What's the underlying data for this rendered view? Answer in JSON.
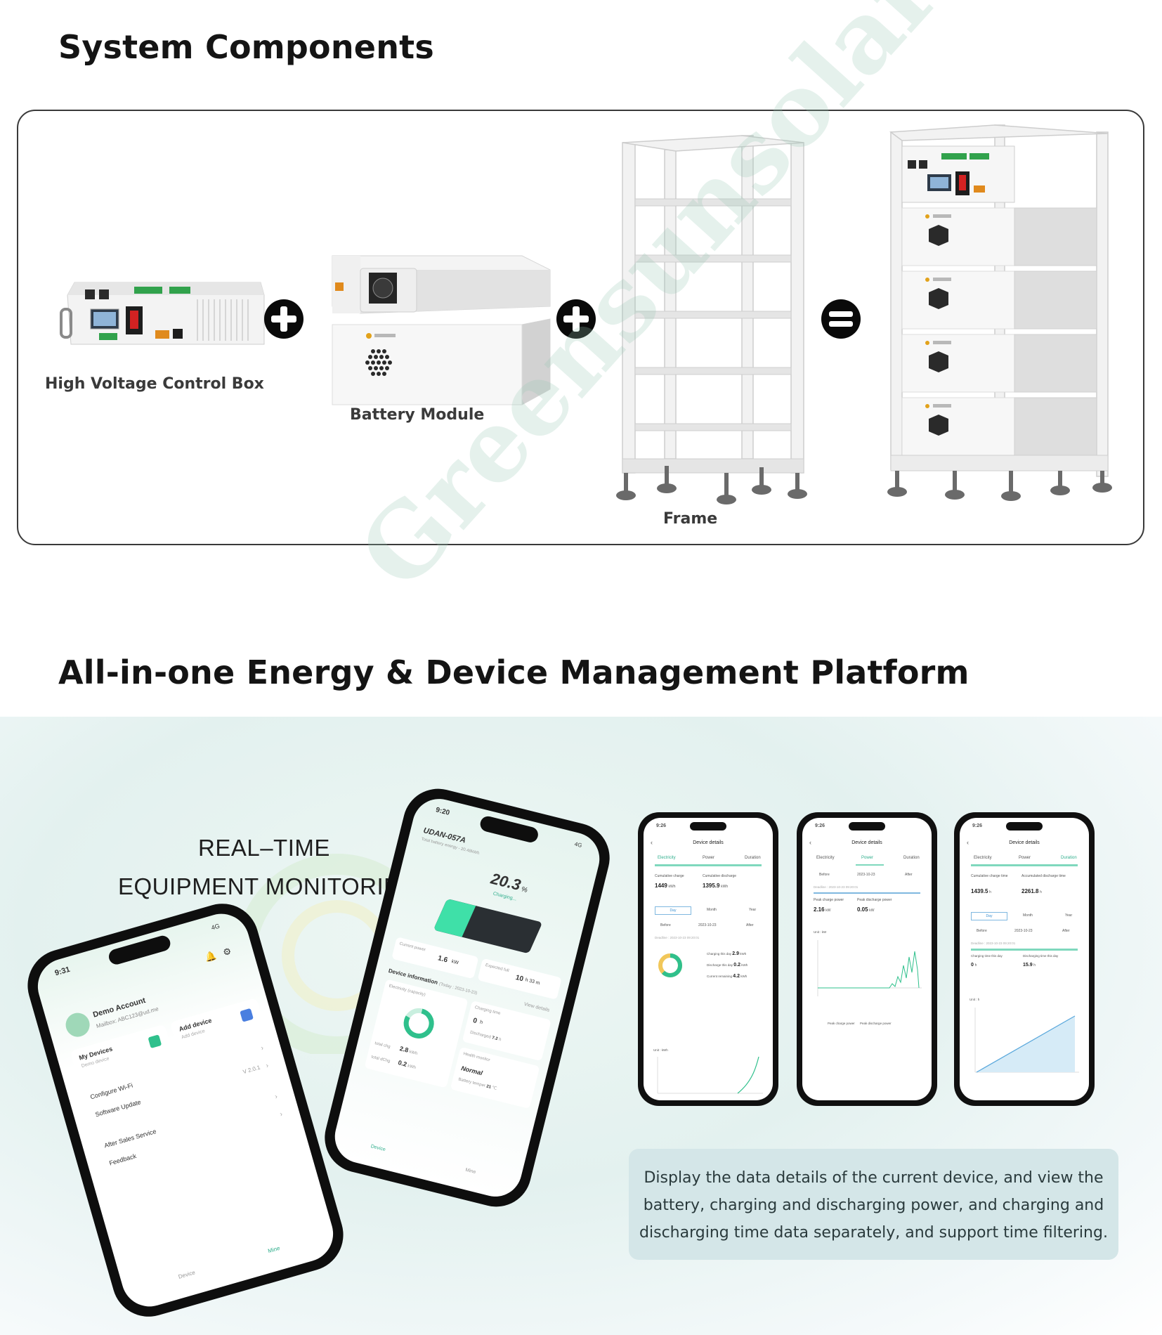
{
  "section1": {
    "title": "System Components",
    "components": [
      {
        "label": "High Voltage Control Box"
      },
      {
        "label": "Battery Module"
      },
      {
        "label": "Frame"
      }
    ]
  },
  "section2": {
    "title": "All-in-one Energy & Device Management Platform",
    "monitoring_line1": "REAL–TIME",
    "monitoring_line2": "EQUIPMENT MONITORING",
    "description": "Display the data details of the current device, and view the battery, charging and discharging power, and charging and discharging time data separately, and support time filtering."
  },
  "watermark": "Greensunsolar",
  "phone_account": {
    "time": "9:31",
    "signal": "4G",
    "account_name": "Demo Account",
    "mailbox": "Mailbox: ABC123@ud.me",
    "cards": [
      {
        "title": "My Devices",
        "sub": "Demo device"
      },
      {
        "title": "Add device",
        "sub": "Add device"
      }
    ],
    "menu": [
      {
        "label": "Configure Wi-Fi",
        "value": ""
      },
      {
        "label": "Software Update",
        "value": "V 2.0.1"
      },
      {
        "label": "After Sales Service",
        "value": ""
      },
      {
        "label": "Feedback",
        "value": ""
      }
    ],
    "nav": [
      "Device",
      "Mine"
    ]
  },
  "phone_device": {
    "time": "9:20",
    "signal": "4G",
    "device_name": "UDAN-057A",
    "total_energy": "Total battery energy - 20.48kWh",
    "soc_value": "20.3",
    "soc_unit": "%",
    "status": "Charging...",
    "current_power_label": "Current power",
    "current_power_value": "1.6",
    "current_power_unit": "kW",
    "expected_full_label": "Expected full",
    "expected_full_value": "10",
    "expected_full_unit": "h 33 m",
    "device_info_title": "Device information",
    "device_info_date": "(Today : 2023-10-23)",
    "view_details": "View details",
    "electricity_label": "Electricity (capacity)",
    "charging_time_label": "Charging time",
    "charging_time_value": "0",
    "charging_time_unit": "h",
    "discharged_label": "Discharged",
    "discharged_value": "7.2",
    "discharged_unit": "h",
    "total_chg_label": "total chg",
    "total_chg_value": "2.8",
    "total_chg_unit": "kWh",
    "total_dchg_label": "total dChg",
    "total_dchg_value": "0.2",
    "total_dchg_unit": "kWh",
    "health_label": "Health monitor",
    "health_value": "Normal",
    "battery_temp_label": "Battery temper",
    "battery_temp_value": "21",
    "battery_temp_unit": "℃",
    "nav": [
      "Device",
      "Mine"
    ]
  },
  "detail_phones": [
    {
      "time": "9:26",
      "title": "Device details",
      "tabs": [
        "Electricity",
        "Power",
        "Duration"
      ],
      "active_tab": 0,
      "stat1_label": "Cumulative charge",
      "stat1_value": "1449",
      "stat1_unit": "kWh",
      "stat2_label": "Cumulative discharge",
      "stat2_value": "1395.9",
      "stat2_unit": "kWh",
      "periods": [
        "Day",
        "Month",
        "Year"
      ],
      "nav_before": "Before",
      "nav_date": "2023-10-23",
      "nav_after": "After",
      "deadline": "Deadline : 2023-10-23 09:20:01",
      "legend": [
        {
          "label": "Charging this day",
          "value": "2.9",
          "unit": "kWh"
        },
        {
          "label": "Discharge this day",
          "value": "0.2",
          "unit": "kWh"
        },
        {
          "label": "Current remaining",
          "value": "4.2",
          "unit": "kWh"
        }
      ],
      "chart_unit": "Unit : kWh"
    },
    {
      "time": "9:26",
      "title": "Device details",
      "tabs": [
        "Electricity",
        "Power",
        "Duration"
      ],
      "active_tab": 1,
      "nav_before": "Before",
      "nav_date": "2023-10-23",
      "nav_after": "After",
      "deadline": "Deadline : 2023-10-23 09:20:01",
      "stat1_label": "Peak charge power",
      "stat1_value": "2.16",
      "stat1_unit": "kW",
      "stat2_label": "Peak discharge power",
      "stat2_value": "0.05",
      "stat2_unit": "kW",
      "chart_unit": "Unit : kW",
      "legend_a": "Peak charge power",
      "legend_b": "Peak discharge power"
    },
    {
      "time": "9:26",
      "title": "Device details",
      "tabs": [
        "Electricity",
        "Power",
        "Duration"
      ],
      "active_tab": 2,
      "stat1_label": "Cumulative charge time",
      "stat1_value": "1439.5",
      "stat1_unit": "h",
      "stat2_label": "Accumulated discharge time",
      "stat2_value": "2261.8",
      "stat2_unit": "h",
      "periods": [
        "Day",
        "Month",
        "Year"
      ],
      "nav_before": "Before",
      "nav_date": "2023-10-23",
      "nav_after": "After",
      "deadline": "Deadline : 2023-10-23 09:20:01",
      "stat3_label": "Charging time this day",
      "stat3_value": "0",
      "stat3_unit": "h",
      "stat4_label": "Discharging time this day",
      "stat4_value": "15.9",
      "stat4_unit": "h",
      "chart_unit": "Unit : h"
    }
  ]
}
